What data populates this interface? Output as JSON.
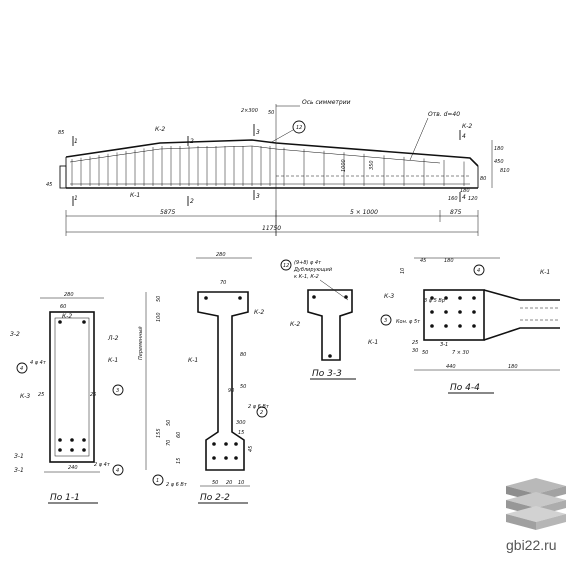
{
  "beam": {
    "axis_label": "Ось симметрии",
    "callout": "12",
    "hole_label": "Отв. d=40",
    "marks": [
      "К-2",
      "К-1",
      "К-2",
      "1",
      "1",
      "2",
      "2",
      "3",
      "3",
      "4",
      "4"
    ],
    "dims_top": [
      "2×300",
      "50"
    ],
    "dims_left": [
      "85",
      "45"
    ],
    "dims_right": [
      "180",
      "810",
      "450",
      "180",
      "160",
      "120",
      "80"
    ],
    "dim_mid_h": "1000",
    "dim_mid_v": "350",
    "dims_bottom": [
      "5875",
      "5 × 1000",
      "875"
    ],
    "dim_total": "11750"
  },
  "sections": {
    "s11": {
      "caption": "По 1-1",
      "dims": [
        "280",
        "60",
        "240"
      ],
      "marks": [
        "К-2",
        "З-2",
        "Л-2",
        "К-1",
        "К-3",
        "З-1",
        "З-1"
      ],
      "notes": [
        "4 φ 4т",
        "2 φ 4т"
      ],
      "circles": [
        "4",
        "3",
        "4"
      ],
      "sub": [
        "25",
        "25"
      ]
    },
    "s22": {
      "caption": "По 2-2",
      "dims": [
        "280",
        "70",
        "80",
        "50",
        "300"
      ],
      "left_dims": [
        "50",
        "100",
        "155",
        "50",
        "70",
        "60",
        "15"
      ],
      "height_label": "Переменный",
      "marks": [
        "К-2",
        "К-1",
        "2",
        "1"
      ],
      "notes": [
        "2 φ 6 Вт",
        "2 φ 6 Вт"
      ],
      "small": [
        "90",
        "15",
        "45",
        "50",
        "20",
        "10"
      ]
    },
    "s33": {
      "caption": "По 3-3",
      "callout": "12",
      "note_lines": [
        "(9+8) φ 4т",
        "Дублирующий",
        "к К-1, К-2"
      ],
      "marks": [
        "К-2",
        "К-1"
      ]
    },
    "s44": {
      "caption": "По 4-4",
      "dims_top": [
        "45",
        "180"
      ],
      "dims_bottom": [
        "50",
        "7 × 30",
        "440",
        "180"
      ],
      "left_dims": [
        "10",
        "25",
        "30"
      ],
      "marks": [
        "К-3",
        "К-1",
        "3",
        "4"
      ],
      "notes": [
        "3 φ 5 Вр",
        "Кон. φ 5т",
        "З-1"
      ]
    }
  },
  "watermark": "gbi22.ru"
}
